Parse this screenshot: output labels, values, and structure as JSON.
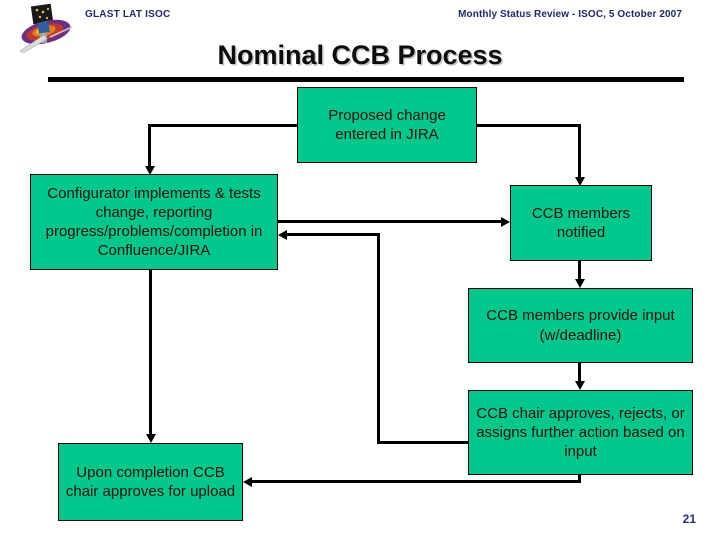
{
  "header": {
    "left_text": "GLAST LAT ISOC",
    "right_text": "Monthly Status Review - ISOC, 5 October 2007",
    "logo_name": "glast-satellite-logo"
  },
  "title": "Nominal CCB Process",
  "page_number": "21",
  "colors": {
    "node_fill": "#00c78c",
    "node_border": "#000000",
    "header_text": "#1f2a6e",
    "title_text": "#0d0d0d",
    "rule": "#000000",
    "page_number": "#2b2f72"
  },
  "flowchart": {
    "type": "process-flow",
    "nodes": [
      {
        "id": "proposed",
        "label": "Proposed change entered in JIRA"
      },
      {
        "id": "configurator",
        "label": "Configurator implements & tests change, reporting progress/problems/completion in Confluence/JIRA"
      },
      {
        "id": "notified",
        "label": "CCB members notified"
      },
      {
        "id": "input",
        "label": "CCB members provide input (w/deadline)"
      },
      {
        "id": "chair",
        "label": "CCB chair approves, rejects, or assigns further action based on input"
      },
      {
        "id": "upload",
        "label": "Upon completion CCB chair approves for upload"
      }
    ],
    "edges": [
      {
        "from": "proposed",
        "to": "configurator"
      },
      {
        "from": "proposed",
        "to": "notified"
      },
      {
        "from": "configurator",
        "to": "notified"
      },
      {
        "from": "notified",
        "to": "input"
      },
      {
        "from": "input",
        "to": "chair"
      },
      {
        "from": "chair",
        "to": "configurator"
      },
      {
        "from": "configurator",
        "to": "upload"
      },
      {
        "from": "chair",
        "to": "upload"
      }
    ]
  }
}
